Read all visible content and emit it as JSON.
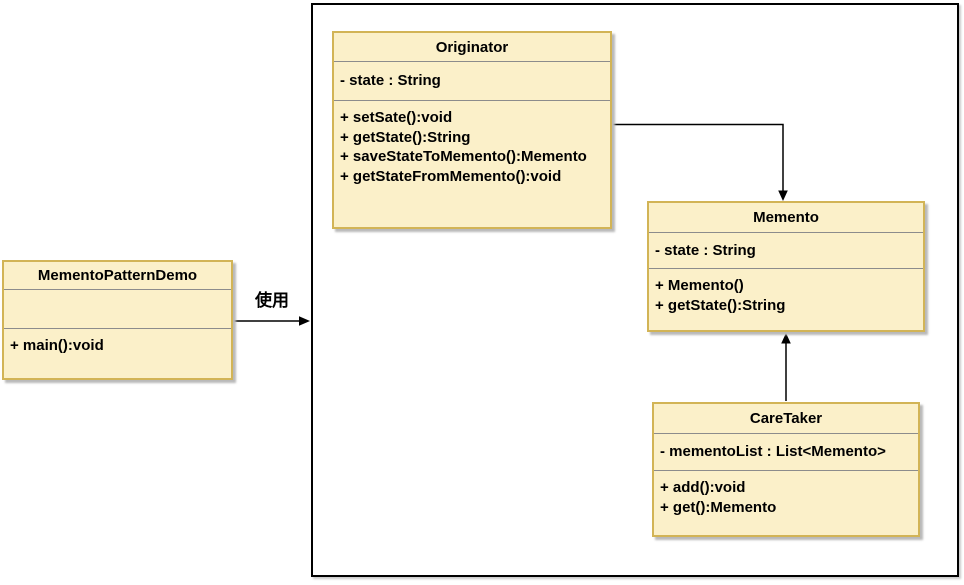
{
  "diagram": {
    "kind": "uml-class-diagram",
    "use_edge_label": "使用"
  },
  "classes": {
    "demo": {
      "name": "MementoPatternDemo",
      "attributes": [],
      "methods": [
        "+ main():void"
      ]
    },
    "originator": {
      "name": "Originator",
      "attributes": [
        "- state : String"
      ],
      "methods": [
        "+ setSate():void",
        "+ getState():String",
        "+ saveStateToMemento():Memento",
        "+ getStateFromMemento():void"
      ]
    },
    "memento": {
      "name": "Memento",
      "attributes": [
        "- state : String"
      ],
      "methods": [
        "+ Memento()",
        "+ getState():String"
      ]
    },
    "caretaker": {
      "name": "CareTaker",
      "attributes": [
        "- mementoList : List<Memento>"
      ],
      "methods": [
        "+ add():void",
        "+ get():Memento"
      ]
    }
  },
  "colors": {
    "class_fill": "#fbf0c9",
    "class_border": "#d2b456",
    "separator": "#8c8c8c",
    "boundary_border": "#000000",
    "edge": "#000000",
    "text": "#000000"
  }
}
